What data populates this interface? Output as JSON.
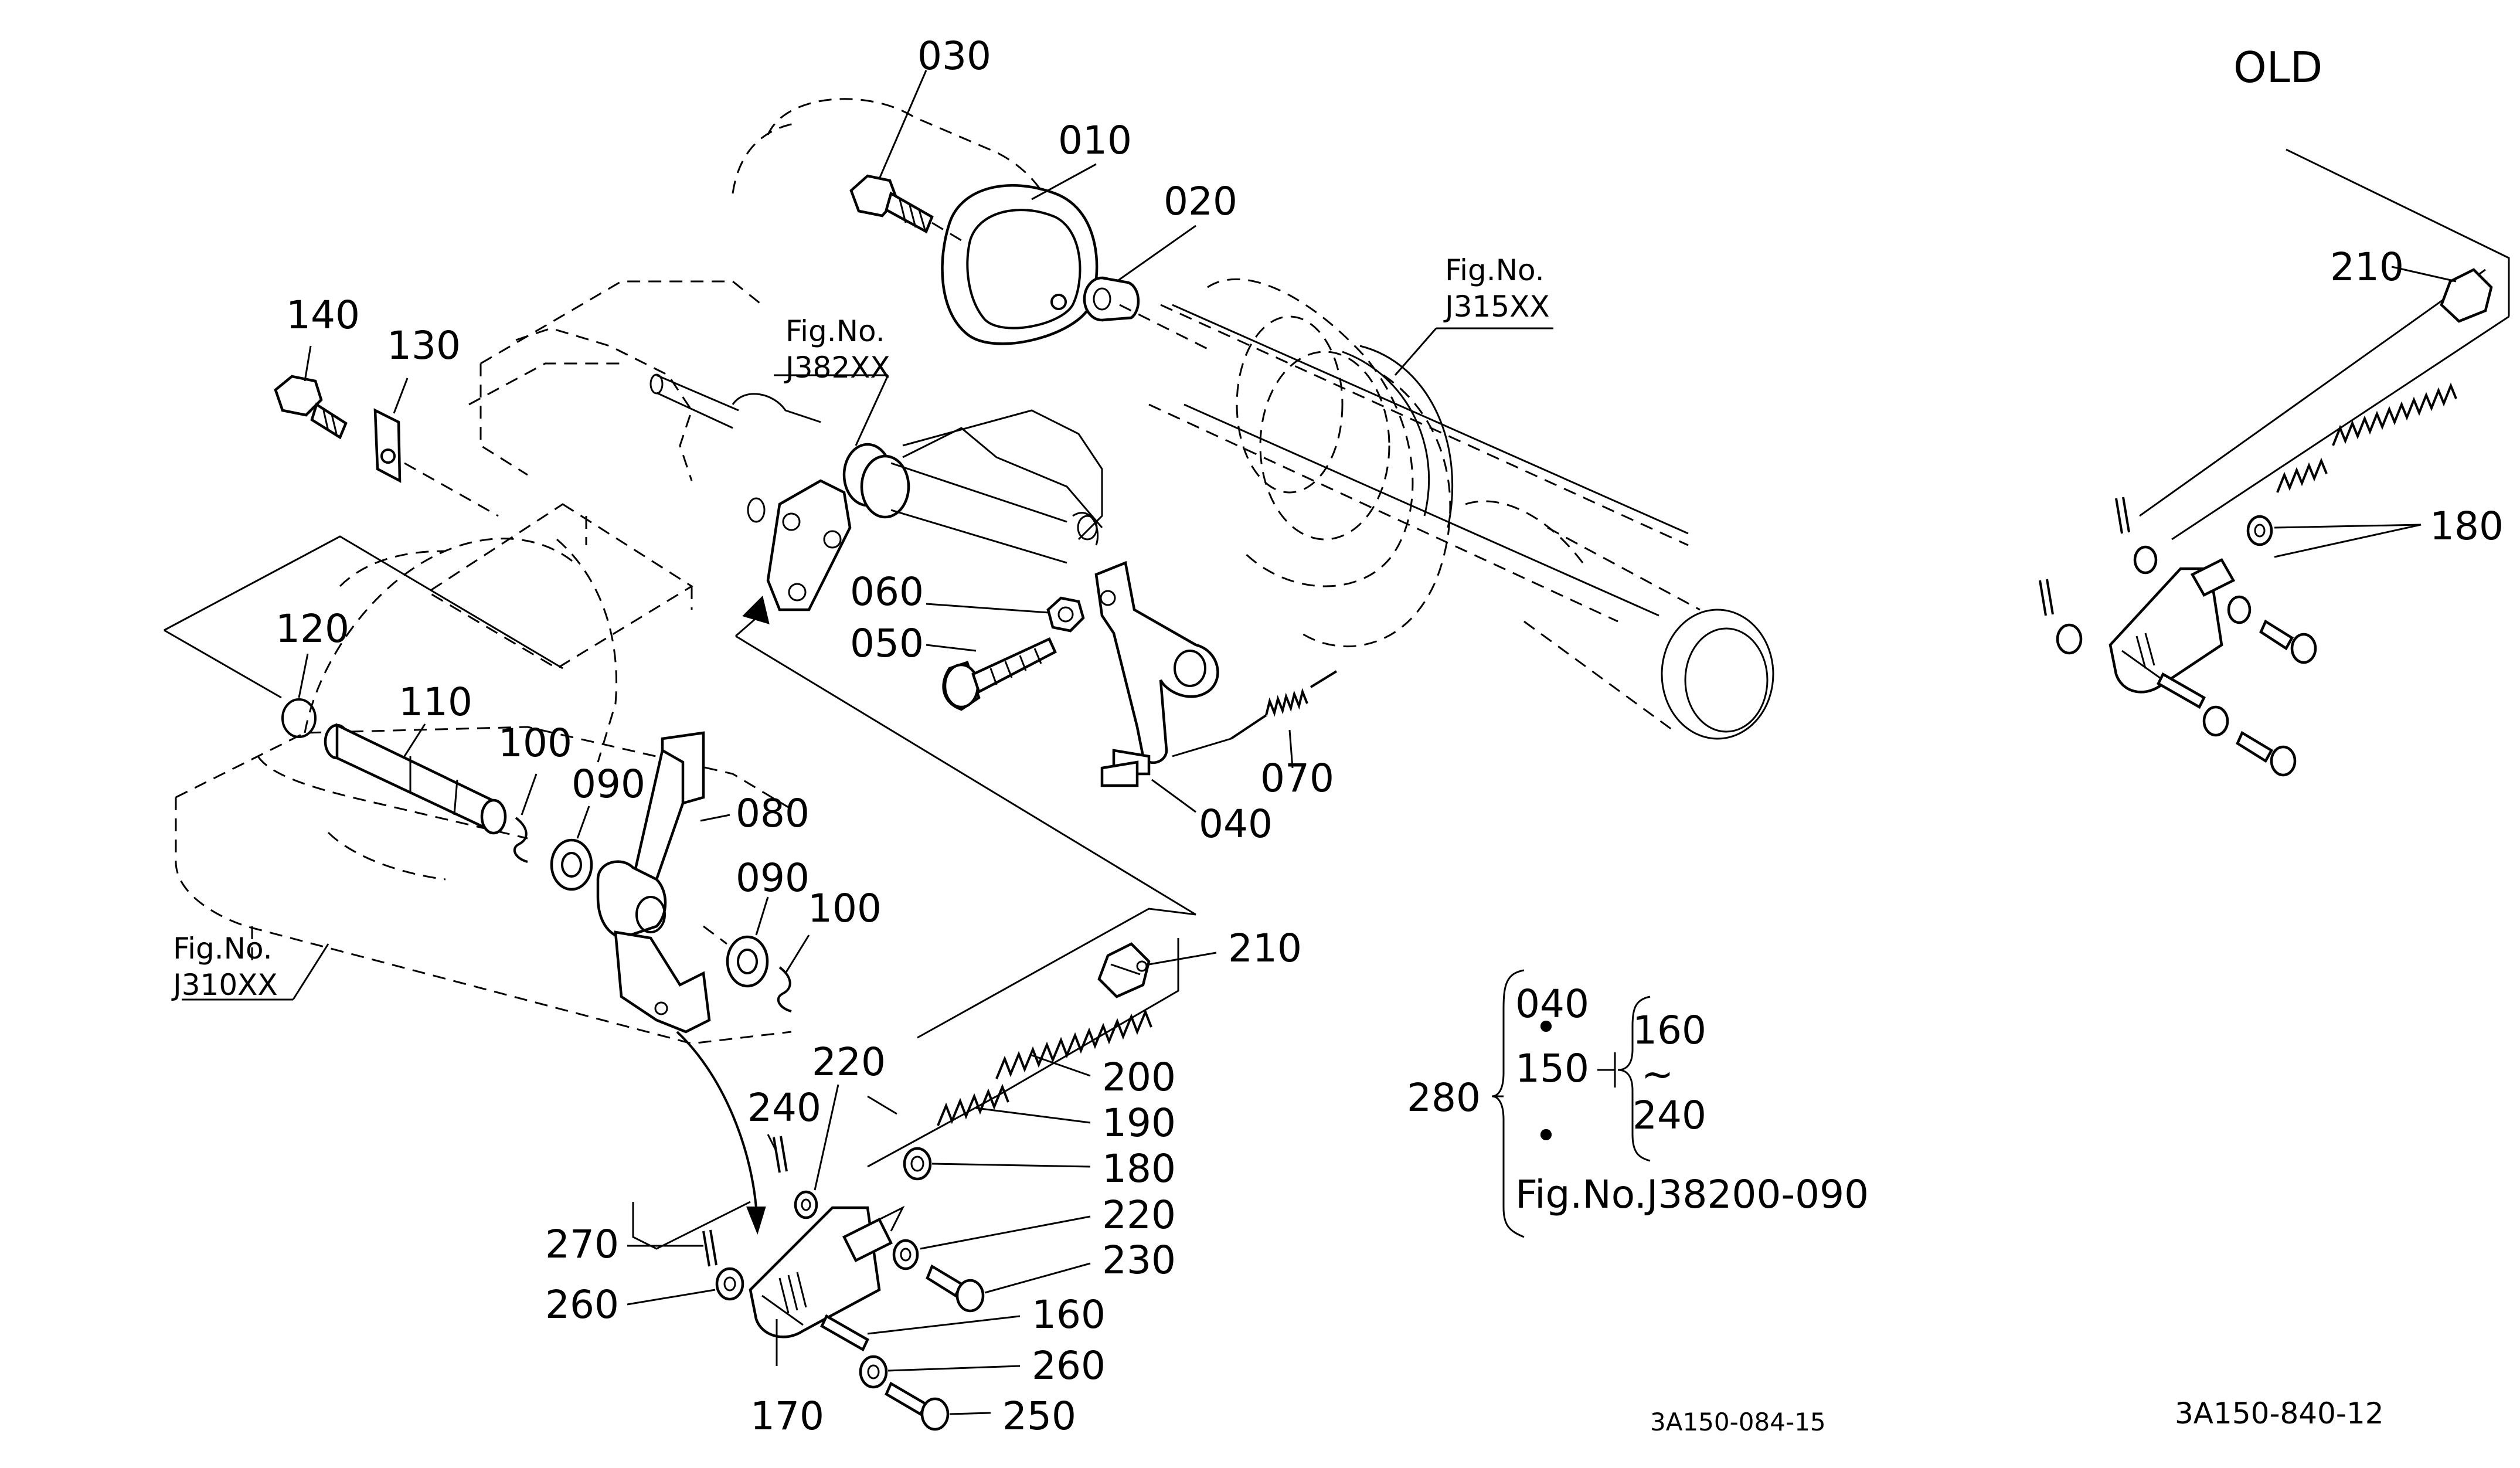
{
  "header": {
    "variant_label": "OLD"
  },
  "figure_refs": {
    "j315": {
      "line1": "Fig.No.",
      "line2": "J315XX"
    },
    "j382": {
      "line1": "Fig.No.",
      "line2": "J382XX"
    },
    "j310": {
      "line1": "Fig.No.",
      "line2": "J310XX"
    }
  },
  "callouts": {
    "c030": "030",
    "c010": "010",
    "c020": "020",
    "c140": "140",
    "c130": "130",
    "c120": "120",
    "c110": "110",
    "c100a": "100",
    "c090a": "090",
    "c080": "080",
    "c090b": "090",
    "c100b": "100",
    "c060": "060",
    "c050": "050",
    "c070": "070",
    "c040": "040",
    "c210": "210",
    "c200": "200",
    "c190": "190",
    "c180": "180",
    "c220a": "220",
    "c240": "240",
    "c220b": "220",
    "c230": "230",
    "c270": "270",
    "c260a": "260",
    "c160": "160",
    "c260b": "260",
    "c170": "170",
    "c250": "250",
    "old210": "210",
    "old180": "180"
  },
  "assembly_note": {
    "main": "280",
    "a": "040",
    "dot1": "•",
    "b": "150",
    "range_start": "160",
    "range_sep": "~",
    "range_end": "240",
    "dot2": "•",
    "ref": "Fig.No.J38200-090"
  },
  "footer": {
    "code_left": "3A150-084-15",
    "code_right": "3A150-840-12"
  }
}
